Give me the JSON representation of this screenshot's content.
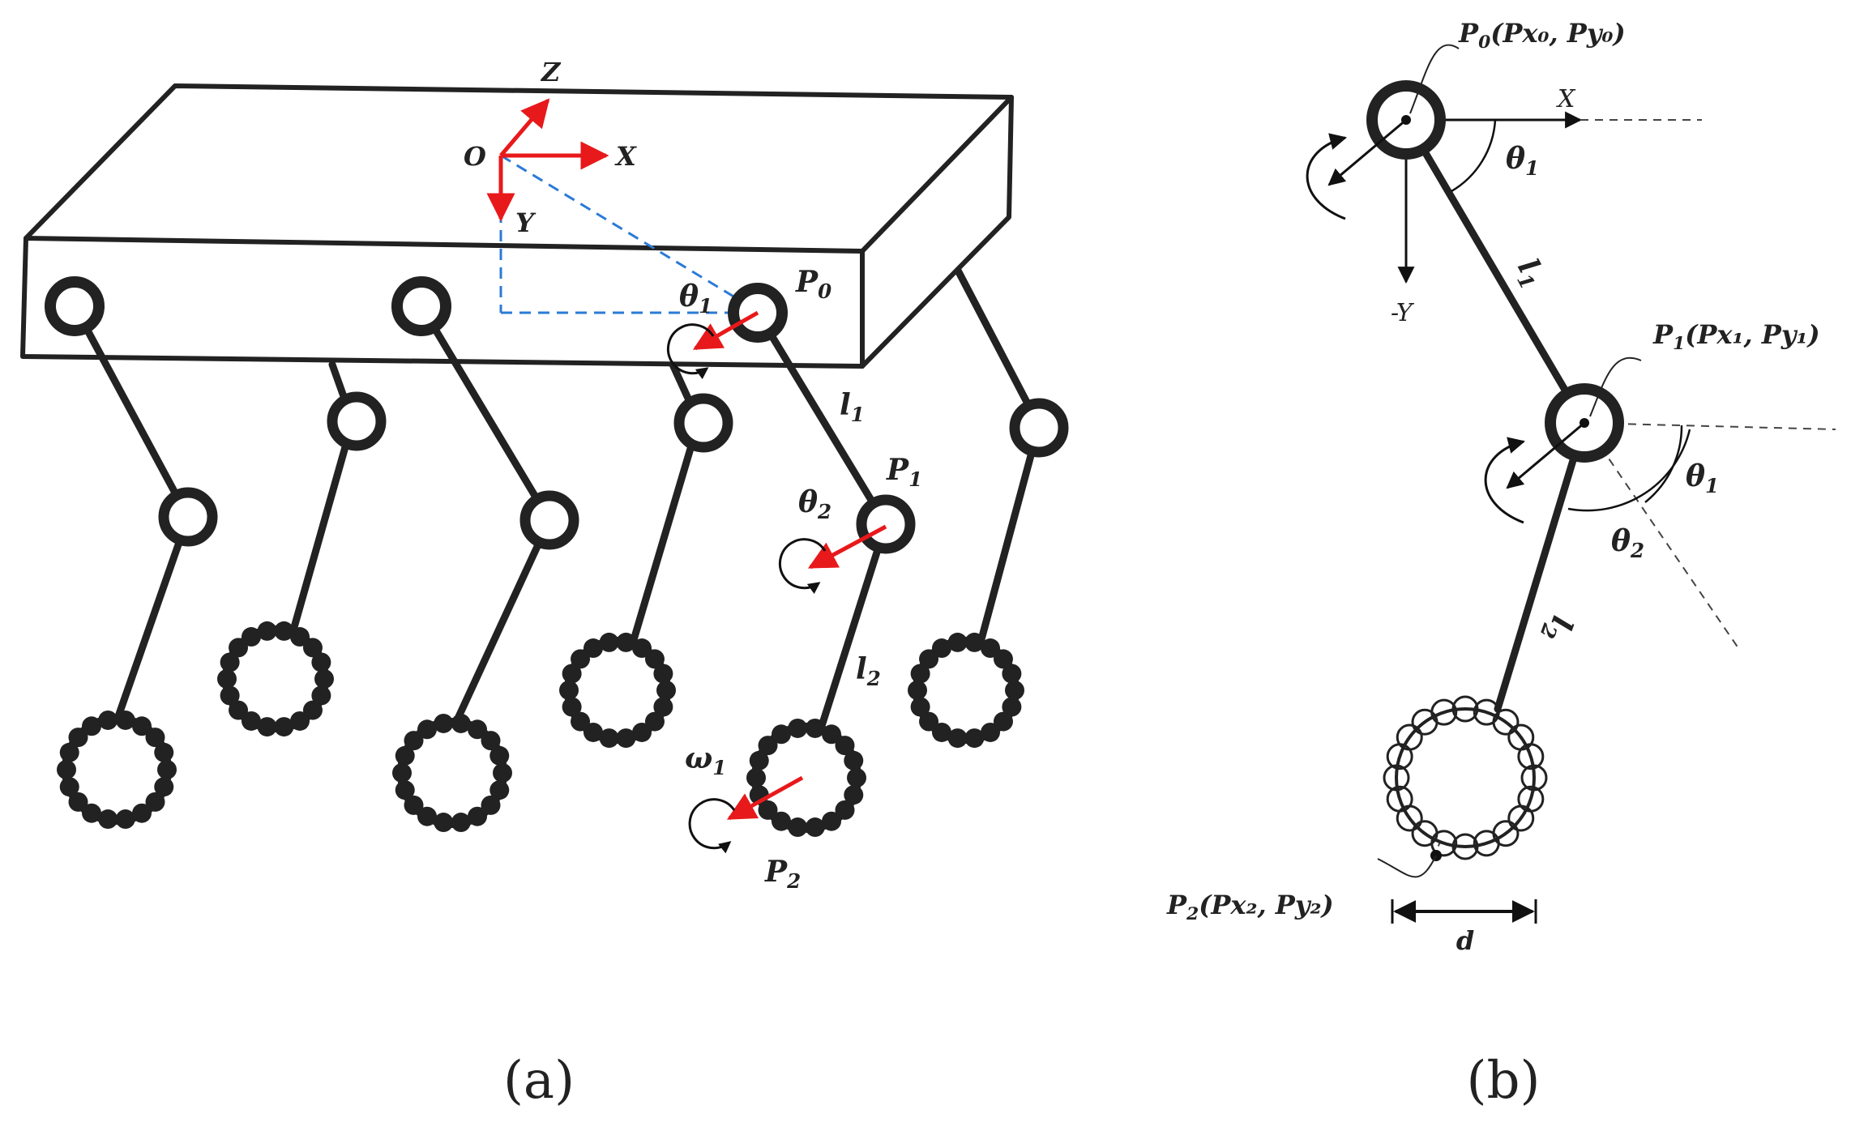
{
  "figure": {
    "panel_a": {
      "caption": "(a)",
      "axes": {
        "origin": "O",
        "x": "X",
        "y": "Y",
        "z": "Z"
      },
      "labels": {
        "theta1": {
          "base": "θ",
          "sub": "1"
        },
        "theta2": {
          "base": "θ",
          "sub": "2"
        },
        "omega1": {
          "base": "ω",
          "sub": "1"
        },
        "p0": {
          "base": "P",
          "sub": "0"
        },
        "p1": {
          "base": "P",
          "sub": "1"
        },
        "p2": {
          "base": "P",
          "sub": "2"
        },
        "l1": {
          "base": "l",
          "sub": "1"
        },
        "l2": {
          "base": "l",
          "sub": "2"
        }
      }
    },
    "panel_b": {
      "caption": "(b)",
      "axes": {
        "x": "X",
        "y": "-Y"
      },
      "labels": {
        "p0": {
          "base": "P",
          "sub": "0",
          "coords": "(Px₀, Py₀)"
        },
        "p1": {
          "base": "P",
          "sub": "1",
          "coords": "(Px₁, Py₁)"
        },
        "p2": {
          "base": "P",
          "sub": "2",
          "coords": "(Px₂, Py₂)"
        },
        "theta1_top": {
          "base": "θ",
          "sub": "1"
        },
        "theta1_mid": {
          "base": "θ",
          "sub": "1"
        },
        "theta2": {
          "base": "θ",
          "sub": "2"
        },
        "l1": {
          "base": "l",
          "sub": "1"
        },
        "l2": {
          "base": "l",
          "sub": "2"
        },
        "d": "d"
      }
    }
  }
}
